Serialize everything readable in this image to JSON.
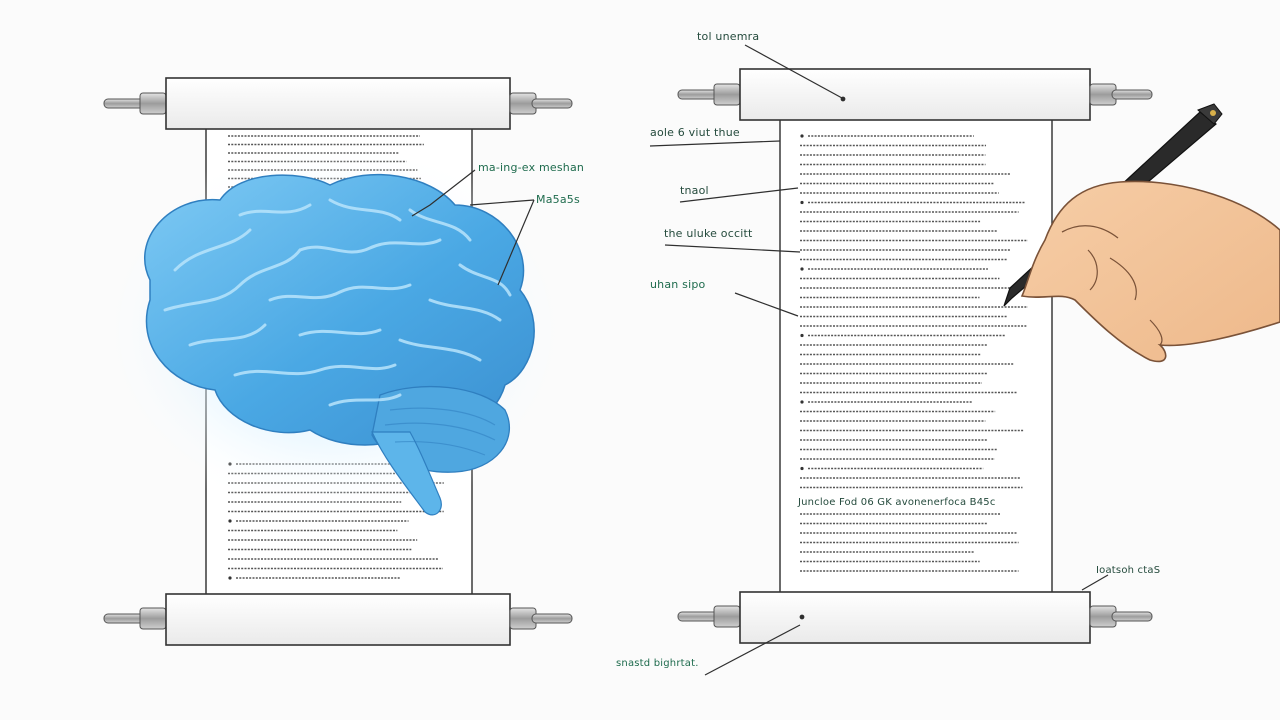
{
  "colors": {
    "ink": "#2b2b2b",
    "annotation": "#1e6b4d",
    "brain_main": "#55b4ea",
    "brain_light": "#b6e2fb",
    "skin": "#f3c49a",
    "pen": "#2a2a2a"
  },
  "left_scroll": {
    "icon": "scroll-icon",
    "labels": [
      "ma-ing-ex meshan",
      "Ma5a5s"
    ],
    "illustration": "brain-icon"
  },
  "right_scroll": {
    "icon": "scroll-icon",
    "labels": [
      "tol unemra",
      "aole 6 viut thue",
      "tnaol",
      "the uluke occitt",
      "uhan sipo",
      "Ioatsoh ctaS",
      "snastd bighrtat."
    ],
    "heading_line": "Juncloe Fod 06 GK  avonenerfoca B45c",
    "hand": "hand-writing-icon"
  }
}
